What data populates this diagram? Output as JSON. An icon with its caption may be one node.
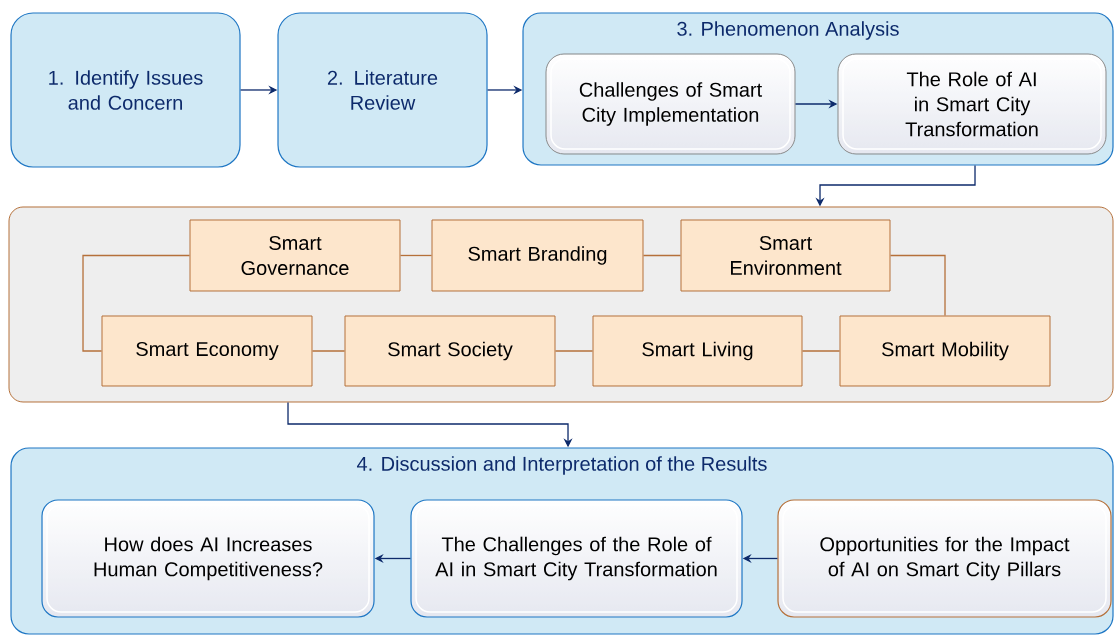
{
  "diagram": {
    "nodes": [
      {
        "text": [
          "1. Identify Issues and Concern"
        ]
      },
      {
        "text": [
          "2. Literature Review"
        ]
      },
      {
        "text": [
          "3. Phenomenon Analysis"
        ]
      },
      {
        "text": [
          "Challenges of Smart City Implementation"
        ],
        "in": 2
      },
      {
        "text": [
          "The Role of AI in Smart City Transformation"
        ],
        "in": 2
      },
      {
        "text": [],
        "shape": "box"
      },
      {
        "text": [
          "Smart Governance"
        ],
        "in": 5
      },
      {
        "text": [
          "Smart Branding"
        ],
        "in": 5
      },
      {
        "text": [
          "Smart Environment"
        ],
        "in": 5
      },
      {
        "text": [
          "Smart Economy"
        ],
        "in": 5
      },
      {
        "text": [
          "Smart Society"
        ],
        "in": 5
      },
      {
        "text": [
          "Smart Living"
        ],
        "in": 5
      },
      {
        "text": [
          "Smart Mobility"
        ],
        "in": 5
      },
      {
        "text": [
          "4. Discussion and Interpretation of the Results"
        ]
      },
      {
        "text": [
          "How does AI Increases Human Competitiveness?"
        ],
        "in": 13
      },
      {
        "text": [
          "The Challenges of the Role of AI in Smart City Transformation"
        ],
        "in": 13
      },
      {
        "text": [
          "Opportunities for the Impact of AI on Smart City Pillars"
        ],
        "in": 13
      }
    ],
    "edges": [
      {
        "from": 0,
        "to": 1,
        "arrow": "to",
        "color": "#0d2a6b"
      },
      {
        "from": 1,
        "to": 2,
        "arrow": "to",
        "color": "#0d2a6b"
      },
      {
        "from": 3,
        "to": 4,
        "arrow": "to",
        "color": "#0d2a6b"
      },
      {
        "from": 2,
        "to": 5,
        "arrow": "to",
        "color": "#0d2a6b"
      },
      {
        "from": 6,
        "to": 7,
        "arrow": "none",
        "color": "#b5703a"
      },
      {
        "from": 7,
        "to": 8,
        "arrow": "none",
        "color": "#b5703a"
      },
      {
        "from": 8,
        "to": 12,
        "arrow": "none",
        "color": "#b5703a"
      },
      {
        "from": 6,
        "to": 9,
        "arrow": "none",
        "color": "#b5703a"
      },
      {
        "from": 9,
        "to": 10,
        "arrow": "none",
        "color": "#b5703a"
      },
      {
        "from": 10,
        "to": 11,
        "arrow": "none",
        "color": "#b5703a"
      },
      {
        "from": 11,
        "to": 12,
        "arrow": "none",
        "color": "#b5703a"
      },
      {
        "from": 5,
        "to": 13,
        "arrow": "to",
        "color": "#0d2a6b"
      },
      {
        "from": 16,
        "to": 15,
        "arrow": "to",
        "color": "#0d2a6b"
      },
      {
        "from": 15,
        "to": 14,
        "arrow": "to",
        "color": "#0d2a6b"
      }
    ]
  }
}
